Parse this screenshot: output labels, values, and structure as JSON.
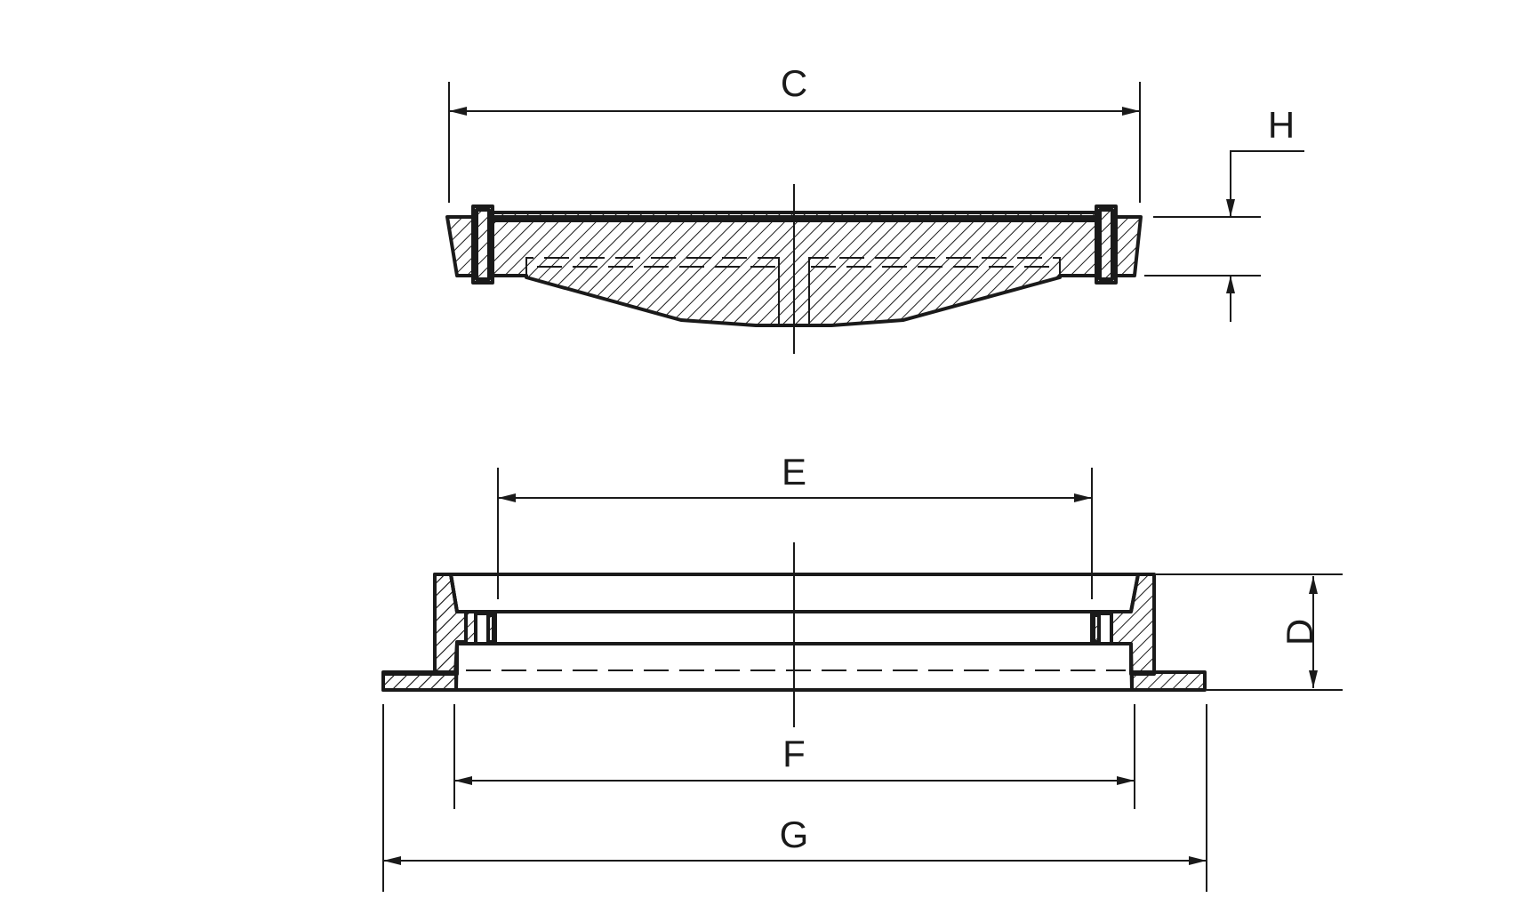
{
  "drawing": {
    "line_color": "#1a1a1a",
    "background": "#ffffff",
    "labels": {
      "C": "C",
      "H": "H",
      "E": "E",
      "D": "D",
      "F": "F",
      "G": "G"
    }
  }
}
